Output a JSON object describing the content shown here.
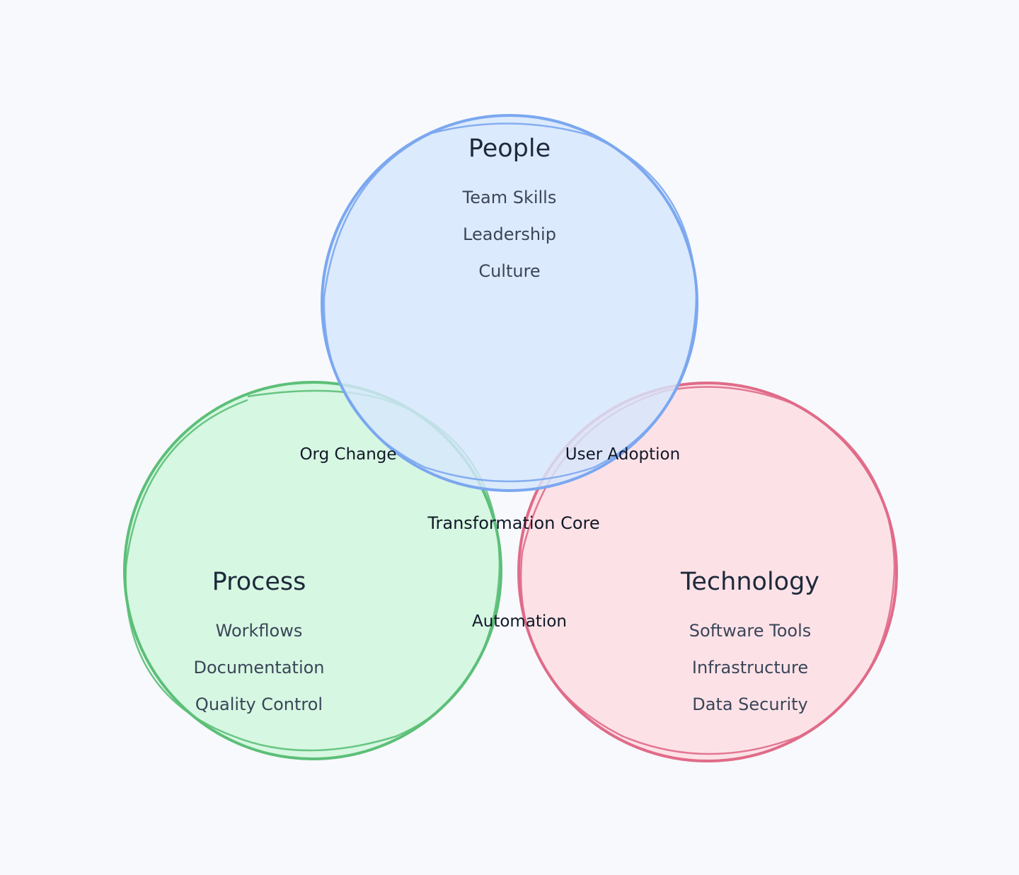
{
  "diagram": {
    "type": "venn",
    "sets": [
      {
        "id": "people",
        "title": "People",
        "items": [
          "Team Skills",
          "Leadership",
          "Culture"
        ],
        "stroke_color": "#7ba7f0",
        "fill_color": "#d6e6fc"
      },
      {
        "id": "process",
        "title": "Process",
        "items": [
          "Workflows",
          "Documentation",
          "Quality Control"
        ],
        "stroke_color": "#5cbf78",
        "fill_color": "#d3f6e0"
      },
      {
        "id": "technology",
        "title": "Technology",
        "items": [
          "Software Tools",
          "Infrastructure",
          "Data Security"
        ],
        "stroke_color": "#e06b88",
        "fill_color": "#fcdfe5"
      }
    ],
    "intersections": {
      "people_process": "Org Change",
      "people_technology": "User Adoption",
      "process_technology": "Automation",
      "all": "Transformation Core"
    }
  }
}
